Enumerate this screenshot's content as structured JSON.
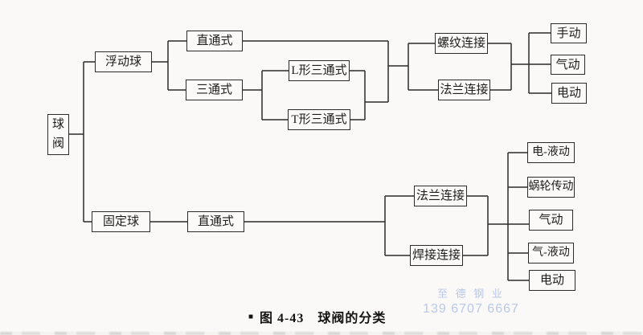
{
  "figure": {
    "nodes": {
      "root": "球阀",
      "floating_ball": "浮动球",
      "straight_top": "直通式",
      "three_way": "三通式",
      "l_three_way": "L形三通式",
      "t_three_way": "T形三通式",
      "threaded_conn": "螺纹连接",
      "flange_conn_top": "法兰连接",
      "manual": "手动",
      "pneumatic_top": "气动",
      "electric_top": "电动",
      "fixed_ball": "固定球",
      "straight_bottom": "直通式",
      "flange_conn_bottom": "法兰连接",
      "welded_conn": "焊接连接",
      "electro_hydraulic": "电-液动",
      "worm_gear_drive": "蜗轮传动",
      "pneumatic_bottom": "气动",
      "pneumatic_hydraulic": "气-液动",
      "electric_bottom": "电动"
    },
    "caption": {
      "bullet": "■",
      "figure_no": "图 4-43",
      "title": "球阀的分类"
    },
    "watermark": {
      "line1": "至 德 钢 业",
      "line2": "139 6707 6667",
      "color": "#b4c4e8"
    },
    "colors": {
      "line": "#2b2b2b",
      "background": "#faf9f7",
      "text": "#1c1c1c"
    }
  }
}
